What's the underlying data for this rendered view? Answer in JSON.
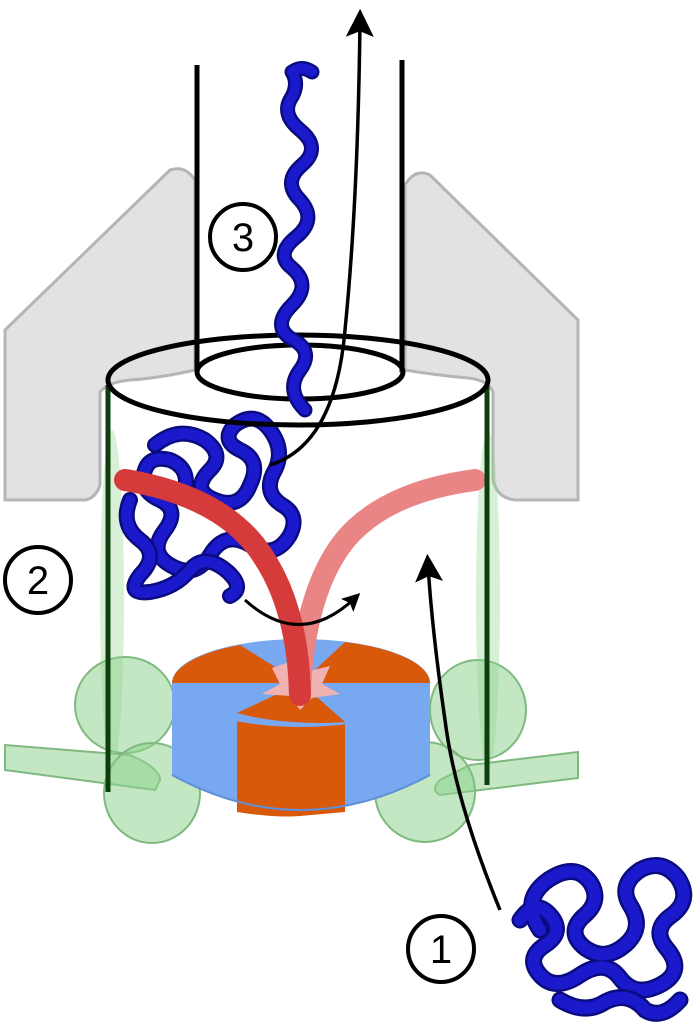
{
  "steps": [
    {
      "id": "step-1",
      "label": "1"
    },
    {
      "id": "step-2",
      "label": "2"
    },
    {
      "id": "step-3",
      "label": "3"
    }
  ],
  "colors": {
    "membrane": "#e2e2e2",
    "membrane_edge": "#b5b5b5",
    "protein": "#1a1acc",
    "protein_dark": "#0b0b80",
    "hook_red": "#d63b3b",
    "hook_red_light": "#e98585",
    "rotor_orange": "#d9590a",
    "rotor_blue": "#78a8ef",
    "rotor_center": "#f1b2b2",
    "support_green": "#8fd48f",
    "outline": "#000000"
  }
}
